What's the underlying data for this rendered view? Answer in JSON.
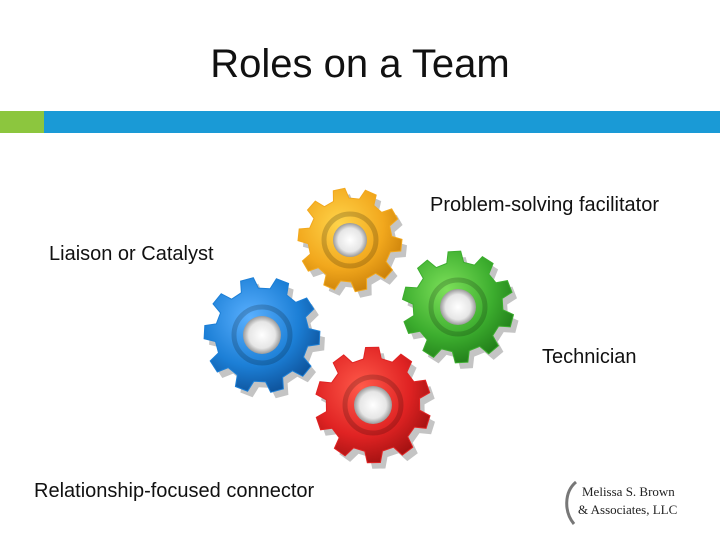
{
  "slide": {
    "title": "Roles on a Team",
    "accent_colors": {
      "green": "#8cc63e",
      "blue": "#1a9ad6"
    }
  },
  "roles": {
    "problem_solving": "Problem-solving facilitator",
    "liaison": "Liaison or Catalyst",
    "technician": "Technician",
    "relationship": "Relationship-focused connector"
  },
  "gears": [
    {
      "name": "yellow-gear",
      "color": "#f2a81d"
    },
    {
      "name": "green-gear",
      "color": "#3cad2e"
    },
    {
      "name": "blue-gear",
      "color": "#1c7fd6"
    },
    {
      "name": "red-gear",
      "color": "#e02323"
    }
  ],
  "logo": {
    "line1": "Melissa S. Brown",
    "line2": "& Associates, LLC"
  }
}
